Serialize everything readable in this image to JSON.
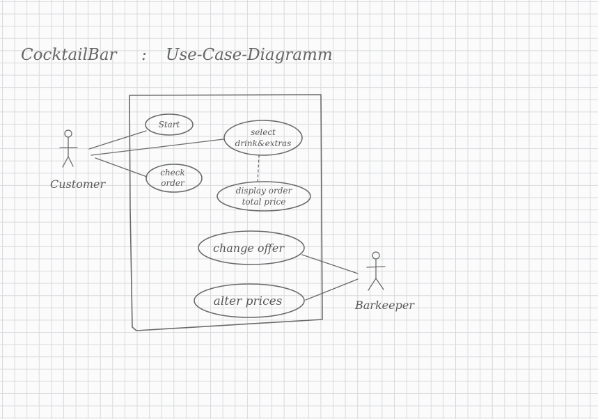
{
  "title": {
    "left": "CocktailBar",
    "separator": ":",
    "right": "Use-Case-Diagramm"
  },
  "actors": {
    "customer": "Customer",
    "barkeeper": "Barkeeper"
  },
  "use_cases": {
    "start": "Start",
    "select_line1": "select",
    "select_line2": "drink&extras",
    "check_line1": "check",
    "check_line2": "order",
    "display_line1": "display order",
    "display_line2": "total price",
    "change_offer": "change offer",
    "alter_prices": "alter prices"
  },
  "colors": {
    "paper": "#fbfbfb",
    "grid": "#d7d9dc",
    "pencil": "#6a6a6a"
  }
}
